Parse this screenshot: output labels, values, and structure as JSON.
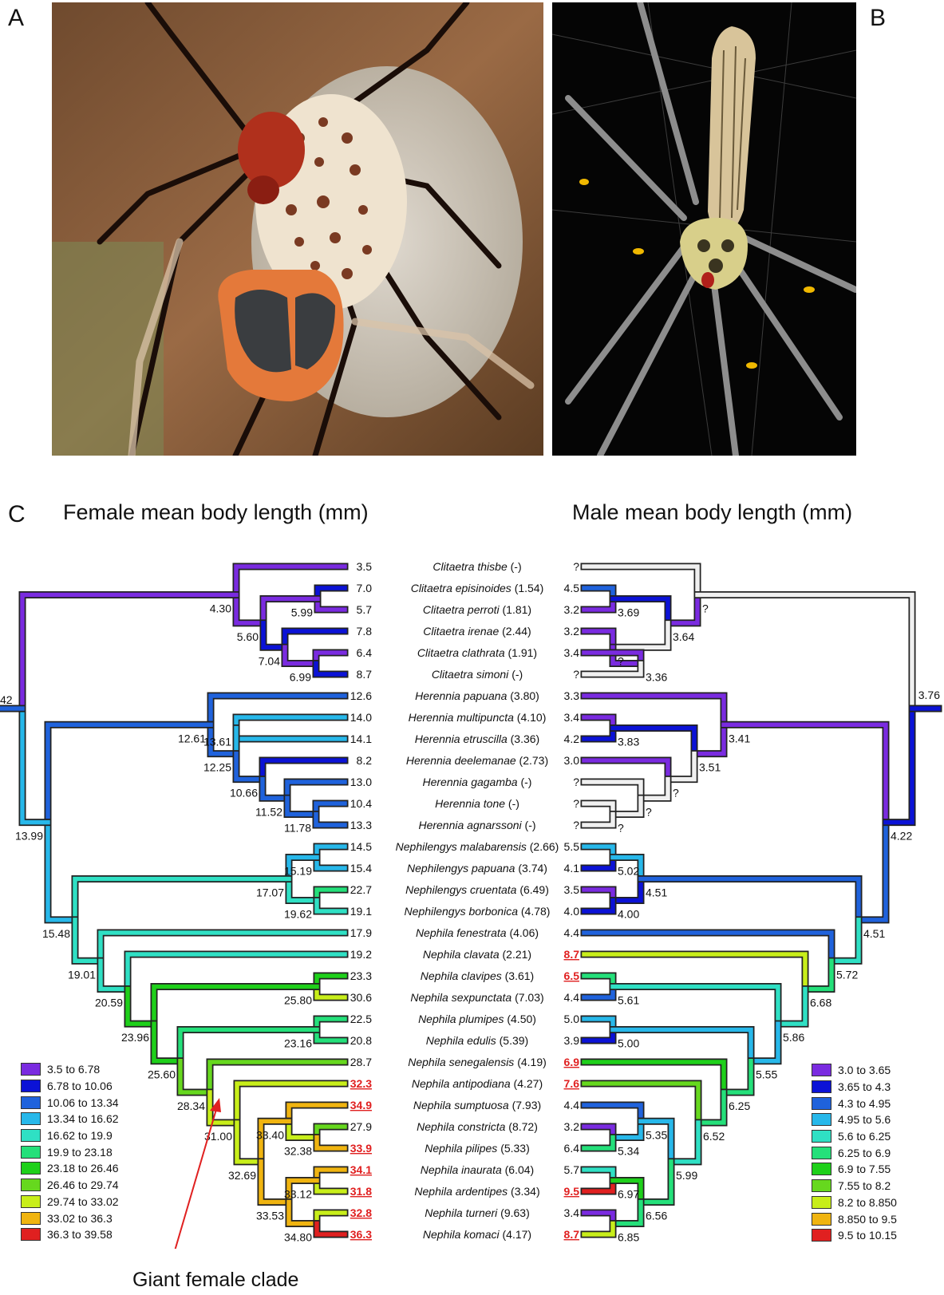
{
  "panels": {
    "a": "A",
    "b": "B",
    "c": "C"
  },
  "headings": {
    "female": "Female mean body length (mm)",
    "male": "Male mean body length (mm)"
  },
  "annotation": "Giant female clade",
  "colors": {
    "f": [
      "#7a2be0",
      "#0b12d6",
      "#1f62dc",
      "#27b8ea",
      "#2fe0c4",
      "#24e07a",
      "#1ed01a",
      "#66d81e",
      "#c8ee1a",
      "#f0b410",
      "#e02020"
    ],
    "m": [
      "#7a2be0",
      "#0b12d6",
      "#1f62dc",
      "#27b8ea",
      "#2fe0c4",
      "#24e07a",
      "#1ed01a",
      "#66d81e",
      "#c8ee1a",
      "#f0b410",
      "#e02020"
    ],
    "unknown": "#f0f0f0",
    "highlight": "#e02020"
  },
  "legend_female": [
    "3.5 to 6.78",
    "6.78 to 10.06",
    "10.06 to 13.34",
    "13.34 to 16.62",
    "16.62 to 19.9",
    "19.9 to 23.18",
    "23.18 to 26.46",
    "26.46 to 29.74",
    "29.74 to 33.02",
    "33.02 to 36.3",
    "36.3 to 39.58"
  ],
  "legend_male": [
    "3.0 to 3.65",
    "3.65 to 4.3",
    "4.3 to 4.95",
    "4.95 to 5.6",
    "5.6 to 6.25",
    "6.25 to 6.9",
    "6.9 to 7.55",
    "7.55 to 8.2",
    "8.2 to 8.850",
    "8.850 to 9.5",
    "9.5 to 10.15"
  ],
  "taxa": [
    {
      "name": "Clitaetra thisbe",
      "ratio": "(-)",
      "f": "3.5",
      "m": "?"
    },
    {
      "name": "Clitaetra episinoides",
      "ratio": "(1.54)",
      "f": "7.0",
      "m": "4.5"
    },
    {
      "name": "Clitaetra perroti",
      "ratio": "(1.81)",
      "f": "5.7",
      "m": "3.2"
    },
    {
      "name": "Clitaetra irenae",
      "ratio": "(2.44)",
      "f": "7.8",
      "m": "3.2"
    },
    {
      "name": "Clitaetra clathrata",
      "ratio": "(1.91)",
      "f": "6.4",
      "m": "3.4"
    },
    {
      "name": "Clitaetra simoni",
      "ratio": "(-)",
      "f": "8.7",
      "m": "?"
    },
    {
      "name": "Herennia papuana",
      "ratio": "(3.80)",
      "f": "12.6",
      "m": "3.3"
    },
    {
      "name": "Herennia multipuncta",
      "ratio": "(4.10)",
      "f": "14.0",
      "m": "3.4"
    },
    {
      "name": "Herennia etruscilla",
      "ratio": "(3.36)",
      "f": "14.1",
      "m": "4.2"
    },
    {
      "name": "Herennia deelemanae",
      "ratio": "(2.73)",
      "f": "8.2",
      "m": "3.0"
    },
    {
      "name": "Herennia gagamba",
      "ratio": "(-)",
      "f": "13.0",
      "m": "?"
    },
    {
      "name": "Herennia tone",
      "ratio": "(-)",
      "f": "10.4",
      "m": "?"
    },
    {
      "name": "Herennia agnarssoni",
      "ratio": "(-)",
      "f": "13.3",
      "m": "?"
    },
    {
      "name": "Nephilengys malabarensis",
      "ratio": "(2.66)",
      "f": "14.5",
      "m": "5.5"
    },
    {
      "name": "Nephilengys papuana",
      "ratio": "(3.74)",
      "f": "15.4",
      "m": "4.1"
    },
    {
      "name": "Nephilengys cruentata",
      "ratio": "(6.49)",
      "f": "22.7",
      "m": "3.5"
    },
    {
      "name": "Nephilengys borbonica",
      "ratio": "(4.78)",
      "f": "19.1",
      "m": "4.0"
    },
    {
      "name": "Nephila fenestrata",
      "ratio": "(4.06)",
      "f": "17.9",
      "m": "4.4"
    },
    {
      "name": "Nephila clavata",
      "ratio": "(2.21)",
      "f": "19.2",
      "m": "8.7"
    },
    {
      "name": "Nephila clavipes",
      "ratio": "(3.61)",
      "f": "23.3",
      "m": "6.5"
    },
    {
      "name": "Nephila sexpunctata",
      "ratio": "(7.03)",
      "f": "30.6",
      "m": "4.4"
    },
    {
      "name": "Nephila plumipes",
      "ratio": "(4.50)",
      "f": "22.5",
      "m": "5.0"
    },
    {
      "name": "Nephila edulis",
      "ratio": "(5.39)",
      "f": "20.8",
      "m": "3.9"
    },
    {
      "name": "Nephila senegalensis",
      "ratio": "(4.19)",
      "f": "28.7",
      "m": "6.9"
    },
    {
      "name": "Nephila antipodiana",
      "ratio": "(4.27)",
      "f": "32.3",
      "m": "7.6"
    },
    {
      "name": "Nephila sumptuosa",
      "ratio": "(7.93)",
      "f": "34.9",
      "m": "4.4"
    },
    {
      "name": "Nephila constricta",
      "ratio": "(8.72)",
      "f": "27.9",
      "m": "3.2"
    },
    {
      "name": "Nephila pilipes",
      "ratio": "(5.33)",
      "f": "33.9",
      "m": "6.4"
    },
    {
      "name": "Nephila inaurata",
      "ratio": "(6.04)",
      "f": "34.1",
      "m": "5.7"
    },
    {
      "name": "Nephila ardentipes",
      "ratio": "(3.34)",
      "f": "31.8",
      "m": "9.5"
    },
    {
      "name": "Nephila turneri",
      "ratio": "(9.63)",
      "f": "32.8",
      "m": "3.4"
    },
    {
      "name": "Nephila komaci",
      "ratio": "(4.17)",
      "f": "36.3",
      "m": "8.7"
    }
  ],
  "female_nodes": [
    {
      "label": "4.30",
      "c": 0
    },
    {
      "label": "5.99",
      "c": 0
    },
    {
      "label": "5.60",
      "c": 0
    },
    {
      "label": "7.04",
      "c": 1
    },
    {
      "label": "6.99",
      "c": 0
    },
    {
      "label": "12.61",
      "c": 2
    },
    {
      "label": "13.61",
      "c": 3
    },
    {
      "label": "12.25",
      "c": 2
    },
    {
      "label": "10.66",
      "c": 2
    },
    {
      "label": "11.52",
      "c": 2
    },
    {
      "label": "11.78",
      "c": 2
    },
    {
      "label": "15.19",
      "c": 3
    },
    {
      "label": "17.07",
      "c": 4
    },
    {
      "label": "19.62",
      "c": 4
    },
    {
      "label": "13.99",
      "c": 3
    },
    {
      "label": "15.48",
      "c": 3
    },
    {
      "label": "19.01",
      "c": 4
    },
    {
      "label": "20.59",
      "c": 4
    },
    {
      "label": "25.80",
      "c": 6
    },
    {
      "label": "23.96",
      "c": 6
    },
    {
      "label": "23.16",
      "c": 5
    },
    {
      "label": "25.60",
      "c": 6
    },
    {
      "label": "28.34",
      "c": 7
    },
    {
      "label": "31.00",
      "c": 8
    },
    {
      "label": "33.40",
      "c": 9
    },
    {
      "label": "32.38",
      "c": 8
    },
    {
      "label": "32.69",
      "c": 8
    },
    {
      "label": "33.12",
      "c": 9
    },
    {
      "label": "33.53",
      "c": 9
    },
    {
      "label": "34.80",
      "c": 9
    },
    {
      "label": "42",
      "c": 2
    }
  ],
  "male_nodes": [
    {
      "label": "?"
    },
    {
      "label": "3.69"
    },
    {
      "label": "3.64"
    },
    {
      "label": "?"
    },
    {
      "label": "3.36"
    },
    {
      "label": "3.41"
    },
    {
      "label": "3.83"
    },
    {
      "label": "3.51"
    },
    {
      "label": "?"
    },
    {
      "label": "?"
    },
    {
      "label": "?"
    },
    {
      "label": "5.02"
    },
    {
      "label": "4.51"
    },
    {
      "label": "4.00"
    },
    {
      "label": "4.22"
    },
    {
      "label": "4.51"
    },
    {
      "label": "3.76"
    },
    {
      "label": "5.72"
    },
    {
      "label": "6.68"
    },
    {
      "label": "5.61"
    },
    {
      "label": "5.86"
    },
    {
      "label": "5.00"
    },
    {
      "label": "5.55"
    },
    {
      "label": "6.25"
    },
    {
      "label": "6.52"
    },
    {
      "label": "5.35"
    },
    {
      "label": "5.34"
    },
    {
      "label": "5.99"
    },
    {
      "label": "6.97"
    },
    {
      "label": "6.56"
    },
    {
      "label": "6.85"
    }
  ]
}
